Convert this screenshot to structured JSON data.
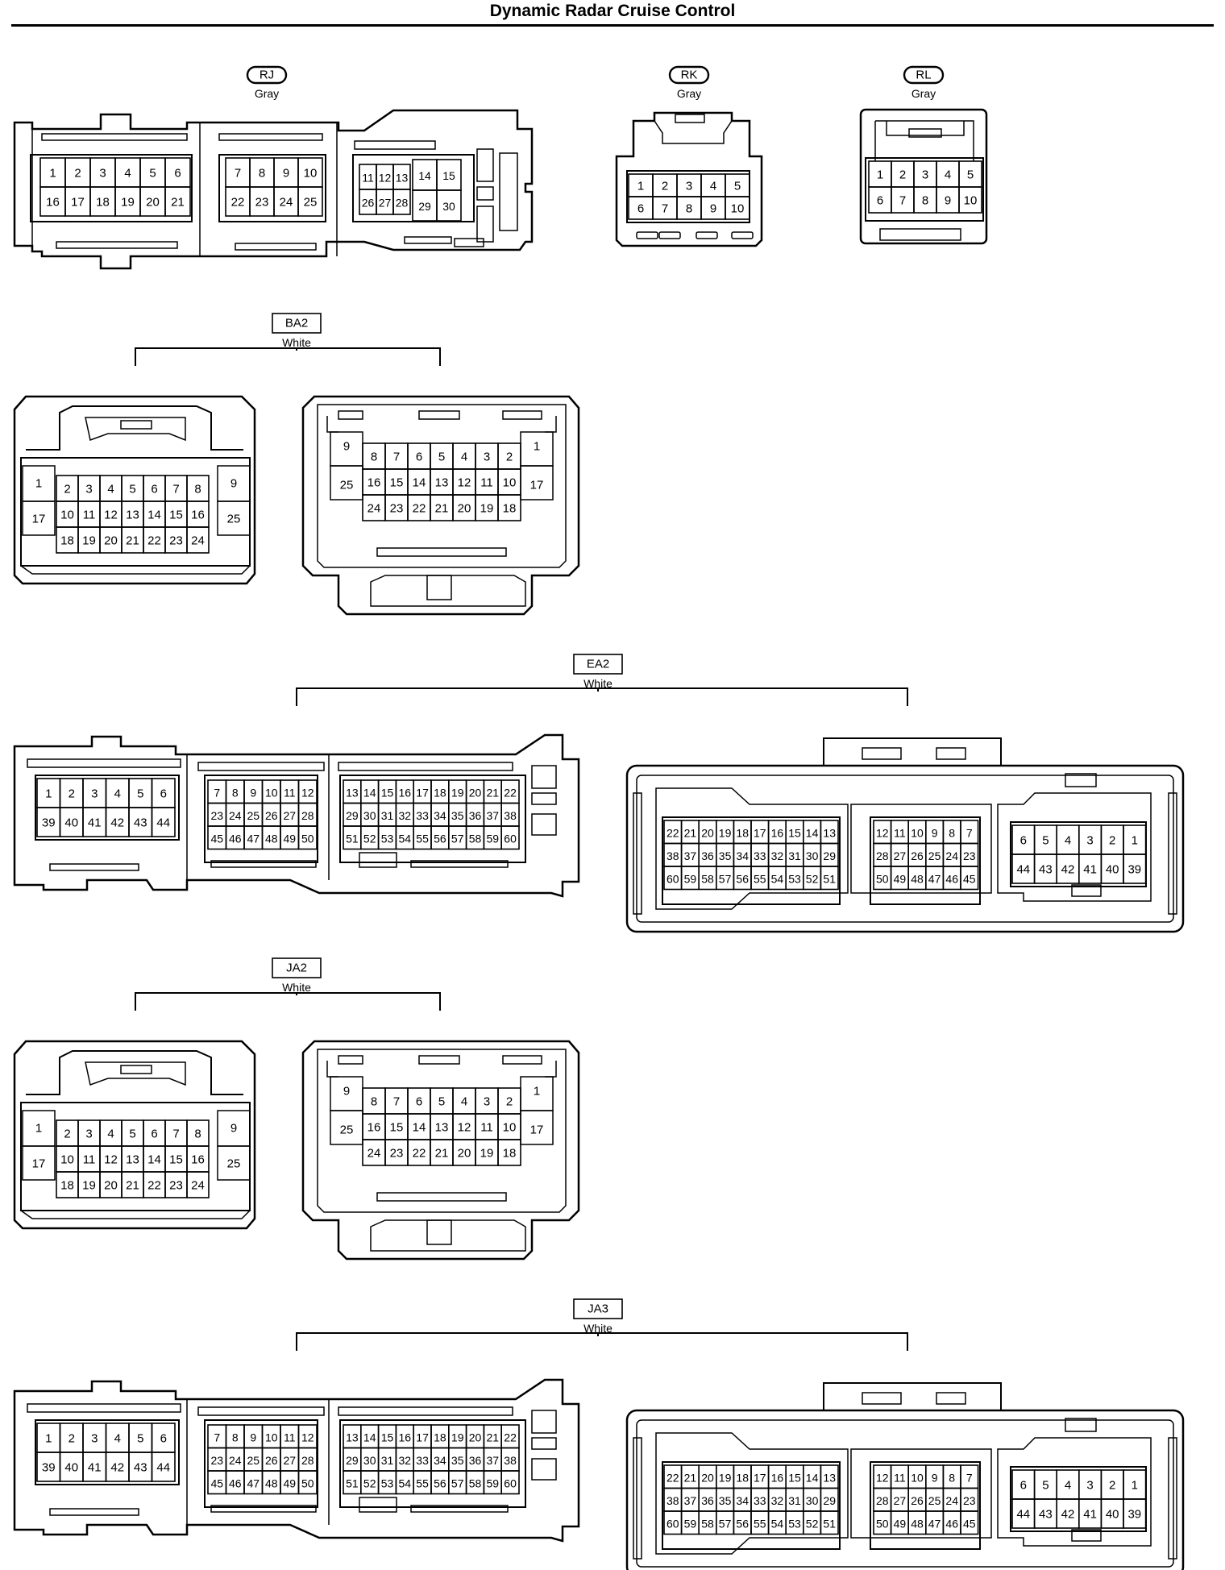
{
  "title": "Dynamic Radar Cruise Control",
  "connectors": {
    "rj": {
      "code": "RJ",
      "color": "Gray",
      "rows": [
        [
          "1",
          "2",
          "3",
          "4",
          "5",
          "6",
          "7",
          "8",
          "9",
          "10",
          "11",
          "12",
          "13",
          "14",
          "15"
        ],
        [
          "16",
          "17",
          "18",
          "19",
          "20",
          "21",
          "22",
          "23",
          "24",
          "25",
          "26",
          "27",
          "28",
          "29",
          "30"
        ]
      ]
    },
    "rk": {
      "code": "RK",
      "color": "Gray",
      "rows": [
        [
          "1",
          "2",
          "3",
          "4",
          "5"
        ],
        [
          "6",
          "7",
          "8",
          "9",
          "10"
        ]
      ]
    },
    "rl": {
      "code": "RL",
      "color": "Gray",
      "rows": [
        [
          "1",
          "2",
          "3",
          "4",
          "5"
        ],
        [
          "6",
          "7",
          "8",
          "9",
          "10"
        ]
      ]
    },
    "ba2": {
      "code": "BA2",
      "color": "White",
      "left": {
        "sides": [
          "1",
          "17",
          "9",
          "25"
        ],
        "rows": [
          [
            "2",
            "3",
            "4",
            "5",
            "6",
            "7",
            "8"
          ],
          [
            "10",
            "11",
            "12",
            "13",
            "14",
            "15",
            "16"
          ],
          [
            "18",
            "19",
            "20",
            "21",
            "22",
            "23",
            "24"
          ]
        ]
      },
      "right": {
        "sides": [
          "9",
          "25",
          "1",
          "17"
        ],
        "rows": [
          [
            "8",
            "7",
            "6",
            "5",
            "4",
            "3",
            "2"
          ],
          [
            "16",
            "15",
            "14",
            "13",
            "12",
            "11",
            "10"
          ],
          [
            "24",
            "23",
            "22",
            "21",
            "20",
            "19",
            "18"
          ]
        ]
      }
    },
    "ea2": {
      "code": "EA2",
      "color": "White",
      "left": {
        "g1": [
          [
            "1",
            "2",
            "3",
            "4",
            "5",
            "6"
          ],
          [
            "39",
            "40",
            "41",
            "42",
            "43",
            "44"
          ]
        ],
        "g2": [
          [
            "7",
            "8",
            "9",
            "10",
            "11",
            "12"
          ],
          [
            "23",
            "24",
            "25",
            "26",
            "27",
            "28"
          ],
          [
            "45",
            "46",
            "47",
            "48",
            "49",
            "50"
          ]
        ],
        "g3": [
          [
            "13",
            "14",
            "15",
            "16",
            "17",
            "18",
            "19",
            "20",
            "21",
            "22"
          ],
          [
            "29",
            "30",
            "31",
            "32",
            "33",
            "34",
            "35",
            "36",
            "37",
            "38"
          ],
          [
            "51",
            "52",
            "53",
            "54",
            "55",
            "56",
            "57",
            "58",
            "59",
            "60"
          ]
        ]
      },
      "right": {
        "g1": [
          [
            "22",
            "21",
            "20",
            "19",
            "18",
            "17",
            "16",
            "15",
            "14",
            "13"
          ],
          [
            "38",
            "37",
            "36",
            "35",
            "34",
            "33",
            "32",
            "31",
            "30",
            "29"
          ],
          [
            "60",
            "59",
            "58",
            "57",
            "56",
            "55",
            "54",
            "53",
            "52",
            "51"
          ]
        ],
        "g2": [
          [
            "12",
            "11",
            "10",
            "9",
            "8",
            "7"
          ],
          [
            "28",
            "27",
            "26",
            "25",
            "24",
            "23"
          ],
          [
            "50",
            "49",
            "48",
            "47",
            "46",
            "45"
          ]
        ],
        "g3": [
          [
            "6",
            "5",
            "4",
            "3",
            "2",
            "1"
          ],
          [
            "44",
            "43",
            "42",
            "41",
            "40",
            "39"
          ]
        ]
      }
    },
    "ja2": {
      "code": "JA2",
      "color": "White",
      "left": {
        "sides": [
          "1",
          "17",
          "9",
          "25"
        ],
        "rows": [
          [
            "2",
            "3",
            "4",
            "5",
            "6",
            "7",
            "8"
          ],
          [
            "10",
            "11",
            "12",
            "13",
            "14",
            "15",
            "16"
          ],
          [
            "18",
            "19",
            "20",
            "21",
            "22",
            "23",
            "24"
          ]
        ]
      },
      "right": {
        "sides": [
          "9",
          "25",
          "1",
          "17"
        ],
        "rows": [
          [
            "8",
            "7",
            "6",
            "5",
            "4",
            "3",
            "2"
          ],
          [
            "16",
            "15",
            "14",
            "13",
            "12",
            "11",
            "10"
          ],
          [
            "24",
            "23",
            "22",
            "21",
            "20",
            "19",
            "18"
          ]
        ]
      }
    },
    "ja3": {
      "code": "JA3",
      "color": "White",
      "left": {
        "g1": [
          [
            "1",
            "2",
            "3",
            "4",
            "5",
            "6"
          ],
          [
            "39",
            "40",
            "41",
            "42",
            "43",
            "44"
          ]
        ],
        "g2": [
          [
            "7",
            "8",
            "9",
            "10",
            "11",
            "12"
          ],
          [
            "23",
            "24",
            "25",
            "26",
            "27",
            "28"
          ],
          [
            "45",
            "46",
            "47",
            "48",
            "49",
            "50"
          ]
        ],
        "g3": [
          [
            "13",
            "14",
            "15",
            "16",
            "17",
            "18",
            "19",
            "20",
            "21",
            "22"
          ],
          [
            "29",
            "30",
            "31",
            "32",
            "33",
            "34",
            "35",
            "36",
            "37",
            "38"
          ],
          [
            "51",
            "52",
            "53",
            "54",
            "55",
            "56",
            "57",
            "58",
            "59",
            "60"
          ]
        ]
      },
      "right": {
        "g1": [
          [
            "22",
            "21",
            "20",
            "19",
            "18",
            "17",
            "16",
            "15",
            "14",
            "13"
          ],
          [
            "38",
            "37",
            "36",
            "35",
            "34",
            "33",
            "32",
            "31",
            "30",
            "29"
          ],
          [
            "60",
            "59",
            "58",
            "57",
            "56",
            "55",
            "54",
            "53",
            "52",
            "51"
          ]
        ],
        "g2": [
          [
            "12",
            "11",
            "10",
            "9",
            "8",
            "7"
          ],
          [
            "28",
            "27",
            "26",
            "25",
            "24",
            "23"
          ],
          [
            "50",
            "49",
            "48",
            "47",
            "46",
            "45"
          ]
        ],
        "g3": [
          [
            "6",
            "5",
            "4",
            "3",
            "2",
            "1"
          ],
          [
            "44",
            "43",
            "42",
            "41",
            "40",
            "39"
          ]
        ]
      }
    }
  }
}
